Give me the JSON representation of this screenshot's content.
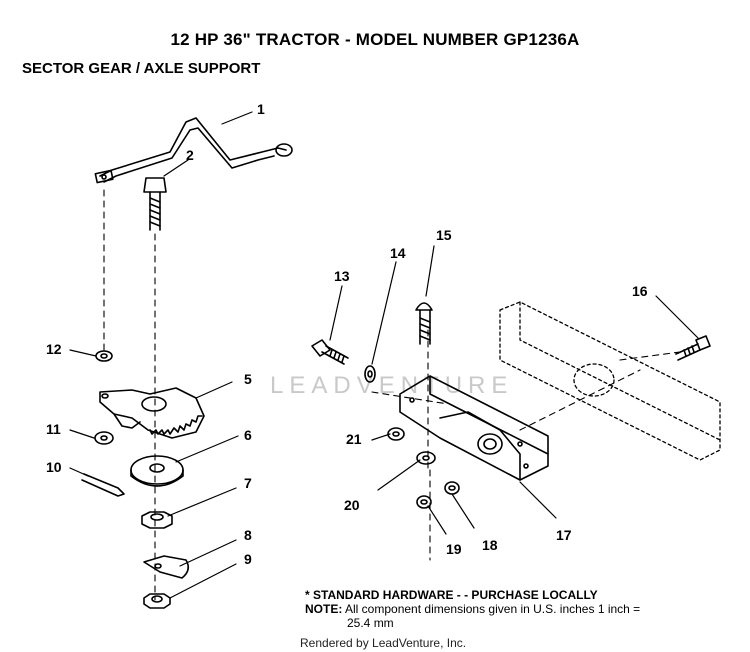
{
  "header": {
    "title": "12 HP  36\"  TRACTOR  - MODEL NUMBER GP1236A",
    "subtitle": "SECTOR GEAR / AXLE SUPPORT"
  },
  "callouts": [
    {
      "id": "1",
      "label": "1"
    },
    {
      "id": "2",
      "label": "2"
    },
    {
      "id": "5",
      "label": "5"
    },
    {
      "id": "6",
      "label": "6"
    },
    {
      "id": "7",
      "label": "7"
    },
    {
      "id": "8",
      "label": "8"
    },
    {
      "id": "9",
      "label": "9"
    },
    {
      "id": "10",
      "label": "10"
    },
    {
      "id": "11",
      "label": "11"
    },
    {
      "id": "12",
      "label": "12"
    },
    {
      "id": "13",
      "label": "13"
    },
    {
      "id": "14",
      "label": "14"
    },
    {
      "id": "15",
      "label": "15"
    },
    {
      "id": "16",
      "label": "16"
    },
    {
      "id": "17",
      "label": "17"
    },
    {
      "id": "18",
      "label": "18"
    },
    {
      "id": "19",
      "label": "19"
    },
    {
      "id": "20",
      "label": "20"
    },
    {
      "id": "21",
      "label": "21"
    }
  ],
  "notes": {
    "hardware": "* STANDARD HARDWARE  - -   PURCHASE LOCALLY",
    "note_label": "NOTE:",
    "note_text": "All component dimensions given in U.S. inches 1 inch =",
    "note_cont": "25.4 mm"
  },
  "watermark": "LEADVENTURE",
  "footer": "Rendered by LeadVenture, Inc."
}
